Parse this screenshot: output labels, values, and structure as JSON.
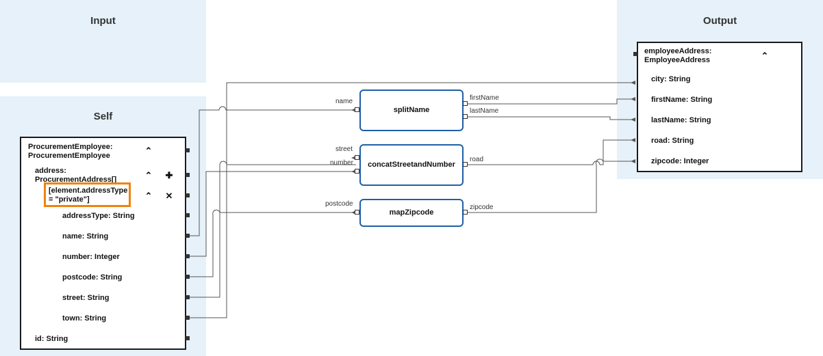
{
  "panels": {
    "input_title": "Input",
    "self_title": "Self",
    "output_title": "Output"
  },
  "self_box": {
    "root_line1": "ProcurementEmployee:",
    "root_line2": "ProcurementEmployee",
    "address_line1": "address:",
    "address_line2": "ProcurementAddress[]",
    "filter_line1": "[element.addressType",
    "filter_line2": "= \"private\"]",
    "fields": [
      "addressType: String",
      "name: String",
      "number: Integer",
      "postcode: String",
      "street: String",
      "town: String"
    ],
    "id_field": "id: String"
  },
  "functions": {
    "split_name": {
      "label": "splitName",
      "input": "name",
      "outputs": [
        "firstName",
        "lastName"
      ]
    },
    "concat": {
      "label": "concatStreetandNumber",
      "inputs": [
        "street",
        "number"
      ],
      "output": "road"
    },
    "map_zip": {
      "label": "mapZipcode",
      "input": "postcode",
      "output": "zipcode"
    }
  },
  "output_box": {
    "root_line1": "employeeAddress:",
    "root_line2": "EmployeeAddress",
    "fields": [
      "city: String",
      "firstName: String",
      "lastName: String",
      "road: String",
      "zipcode: Integer"
    ]
  },
  "icons": {
    "collapse": "chevron-up-icon",
    "add": "plus-icon",
    "remove": "close-icon"
  },
  "colors": {
    "panel": "#e6f1f9",
    "function_border": "#1f5fa6",
    "filter_highlight": "#f0820f",
    "wire": "#555555"
  }
}
